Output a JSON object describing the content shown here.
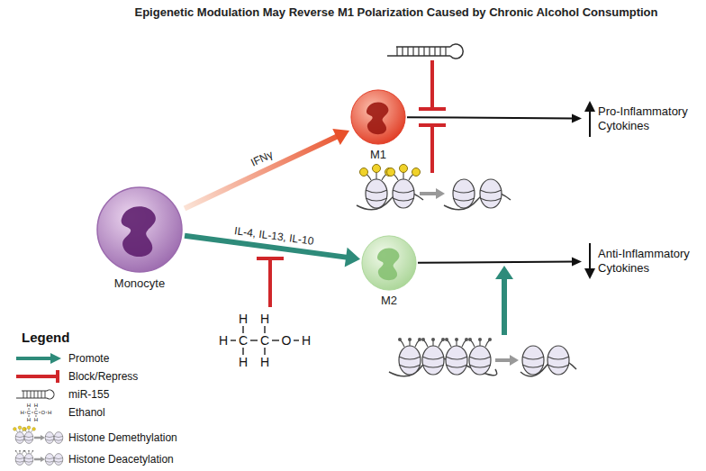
{
  "diagram": {
    "title": "Epigenetic Modulation May Reverse M1 Polarization Caused by Chronic Alcohol Consumption",
    "nodes": [
      {
        "text": [
          "Monocyte"
        ]
      },
      {
        "text": [
          "M1"
        ]
      },
      {
        "text": [
          "M2"
        ]
      },
      {
        "text": [
          "Pro-Inflammatory Cytokines"
        ]
      },
      {
        "text": [
          "Anti-Inflammatory Cytokines"
        ]
      }
    ],
    "edges": [
      {
        "from": 0,
        "to": 1,
        "label": "IFNγ",
        "arrow": "to"
      },
      {
        "from": 0,
        "to": 2,
        "label": "IL-4, IL-13, IL-10",
        "arrow": "to"
      },
      {
        "from": 1,
        "to": 3,
        "arrow": "to"
      },
      {
        "from": 2,
        "to": 4,
        "arrow": "to"
      }
    ],
    "labels": [
      "Legend",
      "H",
      "C",
      "H",
      "H",
      "C",
      "H",
      "H",
      "O",
      "H",
      "H",
      "C",
      "H",
      "H",
      "C",
      "H",
      "H",
      "O",
      "H"
    ],
    "legend": [
      {
        "text": "Promote"
      },
      {
        "text": "Block/Repress"
      },
      {
        "text": "miR-155"
      },
      {
        "text": "Ethanol"
      },
      {
        "text": "Histone Demethylation"
      },
      {
        "text": "Histone Deacetylation"
      }
    ]
  }
}
